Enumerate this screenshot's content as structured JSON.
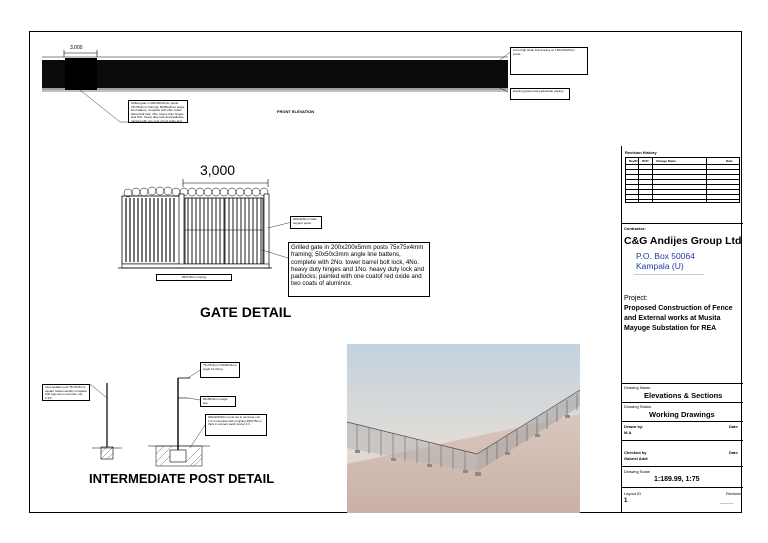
{
  "front_elevation": {
    "dimension": "3,000",
    "title": "FRONT ELEVATION",
    "note_gate": "Grilled gate in 200x200x5mm posts 75x75x4mm framing; 50x50x3mm angle line battens, complete with 2No. tower barrel bolt lock, 4No. heavy duty hinges and 1No. heavy duty lock and padlocks; painted with one coat of red oxide and two coats of aluminox.",
    "note_fence_top": "2.4m high chain link fencing on 150x150x5mm posts...",
    "note_fence_bottom": "Existing gravel and pedestrian paving..."
  },
  "gate_detail": {
    "dimension": "3,000",
    "title": "GATE DETAIL",
    "note_post": "200x200mm Gate support posts",
    "note_coping": "450x75mm coping",
    "note_main": "Grilled gate in 200x200x5mm posts 75x75x4mm framing; 50x50x3mm angle line battens, complete with 2No. tower barrel bolt lock, 4No. heavy duty hinges and 1No. heavy duty lock and padlocks; painted with one coatof red oxide and two coats of aluminox."
  },
  "post_detail": {
    "title": "INTERMEDIATE POST DETAIL",
    "note_left": "Intermediate post 75x75x5mm square hollow section complete with lugs set in concrete mix 1:3:6",
    "note_right_top": "75x75x4mm 50x50x3mm angle for fixing",
    "note_right_mid": "50x50x3mm angle line",
    "note_right_bottom": "200x200x5mm post set in concrete mix 1:2:4 complete with coupling 450x75mm thick in cement sand mortar 1:3"
  },
  "title_block": {
    "revision_history": "Revision History",
    "rev_cols": [
      "RevID",
      "DUD",
      "Change Name",
      "Date"
    ],
    "contractor_label": "Contractor:",
    "contractor_name": "C&G Andijes Group Ltd",
    "po_box": "P.O. Box 50064",
    "city": "Kampala (U)",
    "project_label": "Project:",
    "project_name": "Proposed Construction of Fence and External works at Musita Mayuge Substation for REA",
    "drawing_name_label": "Drawing Name",
    "drawing_name": "Elevations & Sections",
    "drawing_status_label": "Drawing Status",
    "drawing_status": "Working Drawings",
    "drawn_by_label": "Drawn by:",
    "drawn_by": "M.A",
    "date_label": "Date",
    "checked_by_label": "Checked by",
    "checked_by": "Gabriel Addi",
    "scale_label": "Drawing Scale",
    "scale": "1:189.99, 1:75",
    "layout_id_label": "Layout ID",
    "layout_id": "1",
    "revision_label": "Revision",
    "revision": "----------"
  }
}
